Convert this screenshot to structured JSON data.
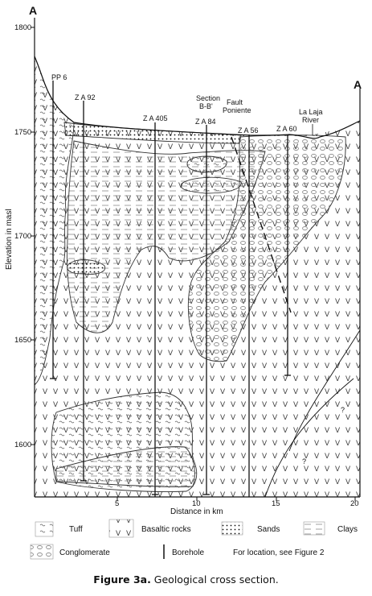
{
  "section_ends": {
    "left": "A",
    "right": "A"
  },
  "y_axis": {
    "label": "Elevation in masl",
    "ticks": [
      "1800",
      "1750",
      "1700",
      "1650",
      "1600"
    ]
  },
  "x_axis": {
    "label": "Distance  in  km",
    "ticks": [
      "5",
      "10",
      "15",
      "20"
    ]
  },
  "wells": [
    {
      "label": "PP 6"
    },
    {
      "label": "Z A 92"
    },
    {
      "label": "Z A 405"
    },
    {
      "label": "Z A 84"
    },
    {
      "label": "Z A 56"
    },
    {
      "label": "Z A 60"
    }
  ],
  "annotations": {
    "section_line1": "Section",
    "section_line2": "B-B'",
    "fault_line1": "Fault",
    "fault_line2": "Poniente",
    "river_line1": "La Laja",
    "river_line2": "River",
    "unknown1": "?",
    "unknown2": "?"
  },
  "legend": {
    "tuff": "Tuff",
    "basaltic": "Basaltic rocks",
    "sands": "Sands",
    "clays": "Clays",
    "conglomerate": "Conglomerate",
    "borehole": "Borehole",
    "location_note": "For location, see Figure 2"
  },
  "caption": {
    "bold": "Figure 3a.",
    "text": " Geological cross section."
  }
}
